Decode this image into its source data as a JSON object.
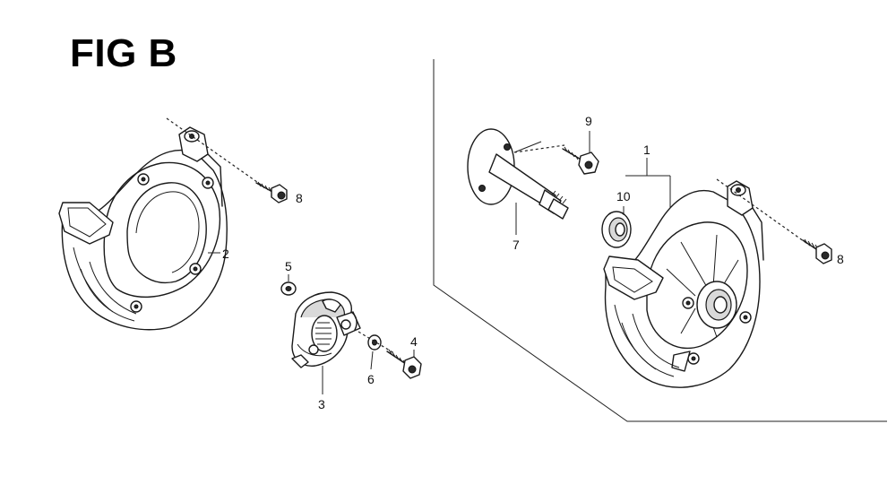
{
  "figure": {
    "title": "FIG B"
  },
  "callouts": [
    {
      "id": "1",
      "label": "1"
    },
    {
      "id": "2",
      "label": "2"
    },
    {
      "id": "3",
      "label": "3"
    },
    {
      "id": "4",
      "label": "4"
    },
    {
      "id": "5",
      "label": "5"
    },
    {
      "id": "6",
      "label": "6"
    },
    {
      "id": "7",
      "label": "7"
    },
    {
      "id": "8a",
      "label": "8"
    },
    {
      "id": "8b",
      "label": "8"
    },
    {
      "id": "9",
      "label": "9"
    },
    {
      "id": "10",
      "label": "10"
    }
  ]
}
